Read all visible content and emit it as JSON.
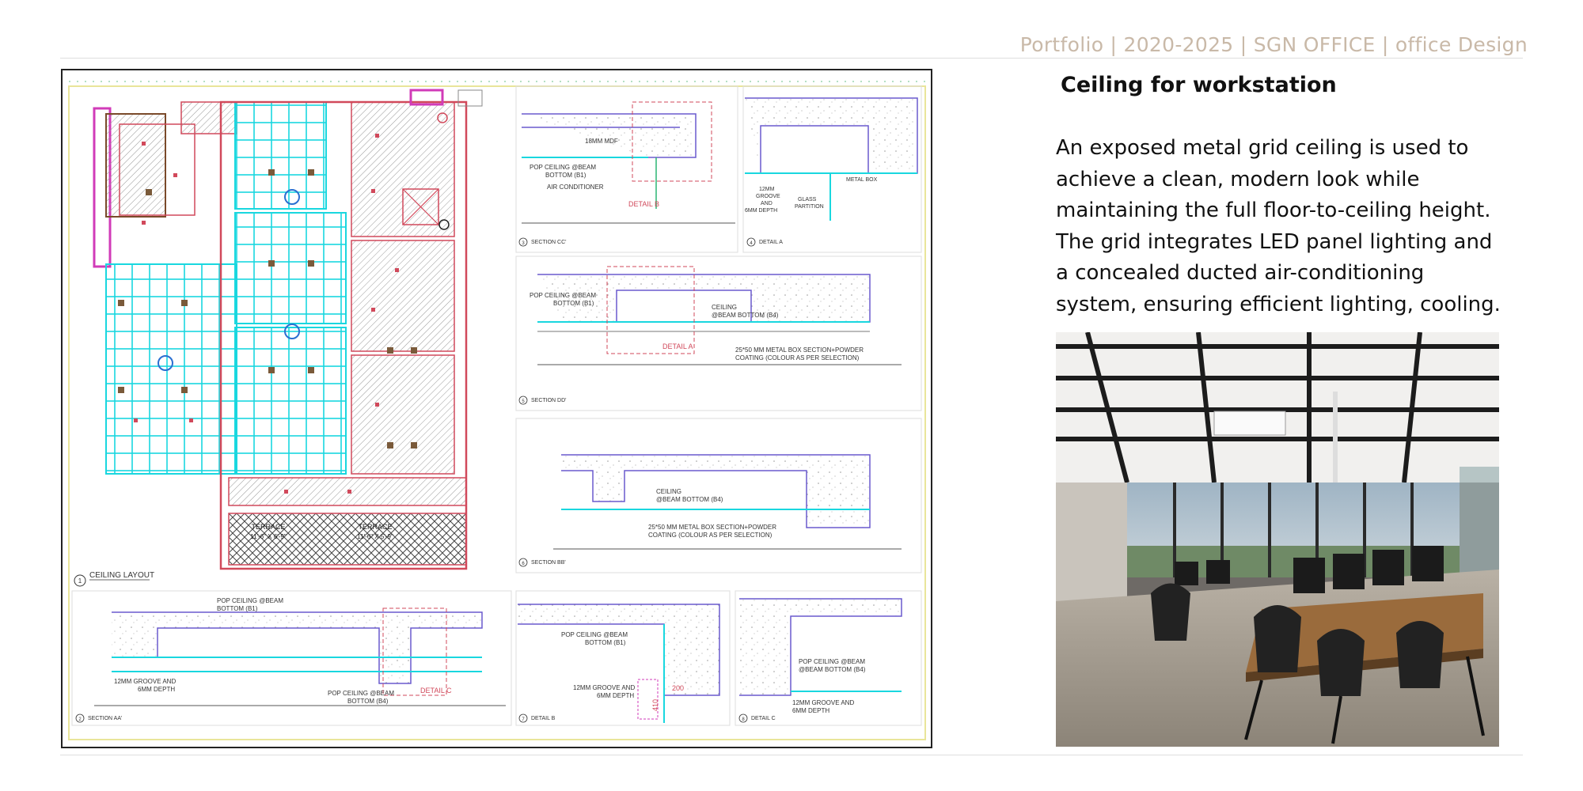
{
  "header": {
    "portfolio_line": "Portfolio | 2020-2025 | SGN  OFFICE | office Design"
  },
  "content": {
    "title": "Ceiling for workstation",
    "description": "An exposed metal grid ceiling is used to achieve a clean, modern look while maintaining the full floor-to-ceiling height. The grid integrates LED panel lighting and a concealed ducted air-conditioning system, ensuring efficient lighting, cooling."
  },
  "drawing": {
    "layout_label": "CEILING LAYOUT",
    "layout_num": "1",
    "terrace_1": "TERRACE",
    "terrace_1_area": "11'-6\" X 6'-9\"",
    "terrace_2": "TERRACE",
    "terrace_2_area": "11'-6\" X 5'-9\"",
    "sections": [
      {
        "num": "3",
        "label": "SECTION CC'"
      },
      {
        "num": "4",
        "label": "DETAIL A"
      },
      {
        "num": "5",
        "label": "SECTION DD'"
      },
      {
        "num": "6",
        "label": "SECTION BB'"
      },
      {
        "num": "2",
        "label": "SECTION AA'"
      },
      {
        "num": "7",
        "label": "DETAIL B"
      },
      {
        "num": "8",
        "label": "DETAIL C"
      }
    ],
    "notes": {
      "mdf": "18MM MDF",
      "pop_b1_a": "POP CEILING @BEAM",
      "pop_b1_b": "BOTTOM (B1)",
      "ac": "AIR CONDITIONER",
      "detail_b": "DETAIL B",
      "groove_a": "12MM",
      "groove_b": "GROOVE",
      "groove_c": "AND",
      "groove_d": "6MM DEPTH",
      "glass_a": "GLASS",
      "glass_b": "PARTITION",
      "metal_box": "METAL BOX",
      "ceiling": "CEILING",
      "beam_b4": "@BEAM BOTTOM (B4)",
      "detail_a": "DETAIL A",
      "mb_a": "25*50 MM METAL BOX SECTION+POWDER",
      "mb_b": "COATING (COLOUR AS PER SELECTION)",
      "groove_line_a": "12MM GROOVE AND",
      "groove_line_b": "6MM DEPTH",
      "pop_b4_a": "POP CEILING @BEAM",
      "pop_b4_b": "BOTTOM (B4)",
      "detail_c": "DETAIL C",
      "dim_200": "200",
      "dim_410": "410"
    }
  },
  "photo": {
    "subject": "office-workstations-photo"
  }
}
